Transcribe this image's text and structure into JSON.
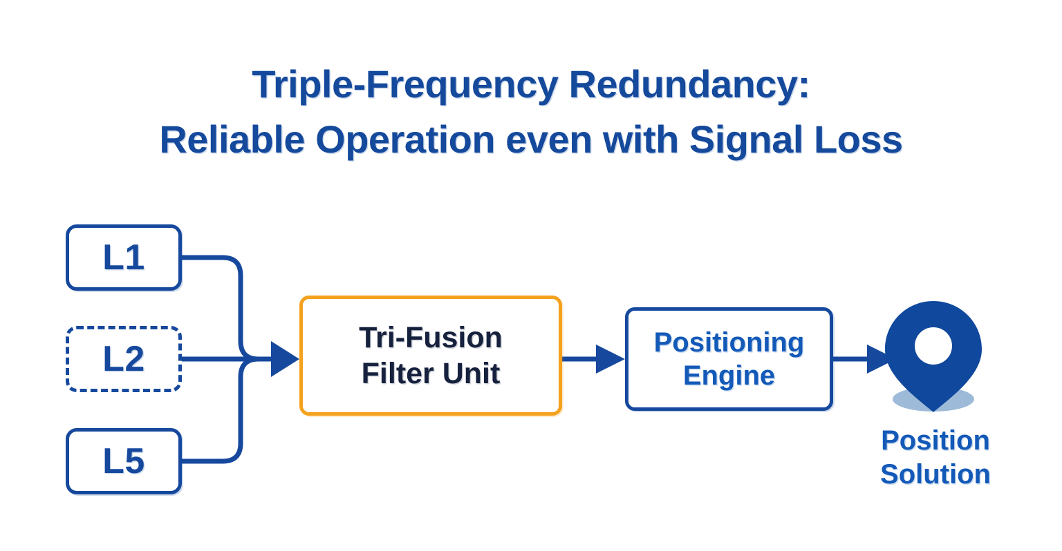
{
  "title": {
    "line1": "Triple-Frequency Redundancy:",
    "line2": "Reliable Operation even with Signal Loss",
    "color": "#14499C"
  },
  "inputs": [
    {
      "id": "l1",
      "label": "L1",
      "state": "active",
      "border": "solid",
      "color": "#16499D"
    },
    {
      "id": "l2",
      "label": "L2",
      "state": "signal-loss",
      "border": "dashed",
      "color": "#16499D"
    },
    {
      "id": "l5",
      "label": "L5",
      "state": "active",
      "border": "solid",
      "color": "#16499D"
    }
  ],
  "filter": {
    "label_line1": "Tri-Fusion",
    "label_line2": "Filter Unit",
    "border_color": "#F4A11E",
    "text_color": "#16213E"
  },
  "engine": {
    "label_line1": "Positioning",
    "label_line2": "Engine",
    "border_color": "#16499D",
    "text_color": "#1359B8"
  },
  "outcome": {
    "icon": "map-pin-icon",
    "caption_line1": "Position",
    "caption_line2": "Solution",
    "pin_color": "#10489D",
    "shadow_color": "#9DBBD8",
    "text_color": "#1359B8"
  },
  "connectors": {
    "color": "#16499D",
    "merge_label": "three-to-one merge into filter",
    "arrows": [
      "inputs-to-filter",
      "filter-to-engine",
      "engine-to-outcome"
    ]
  }
}
